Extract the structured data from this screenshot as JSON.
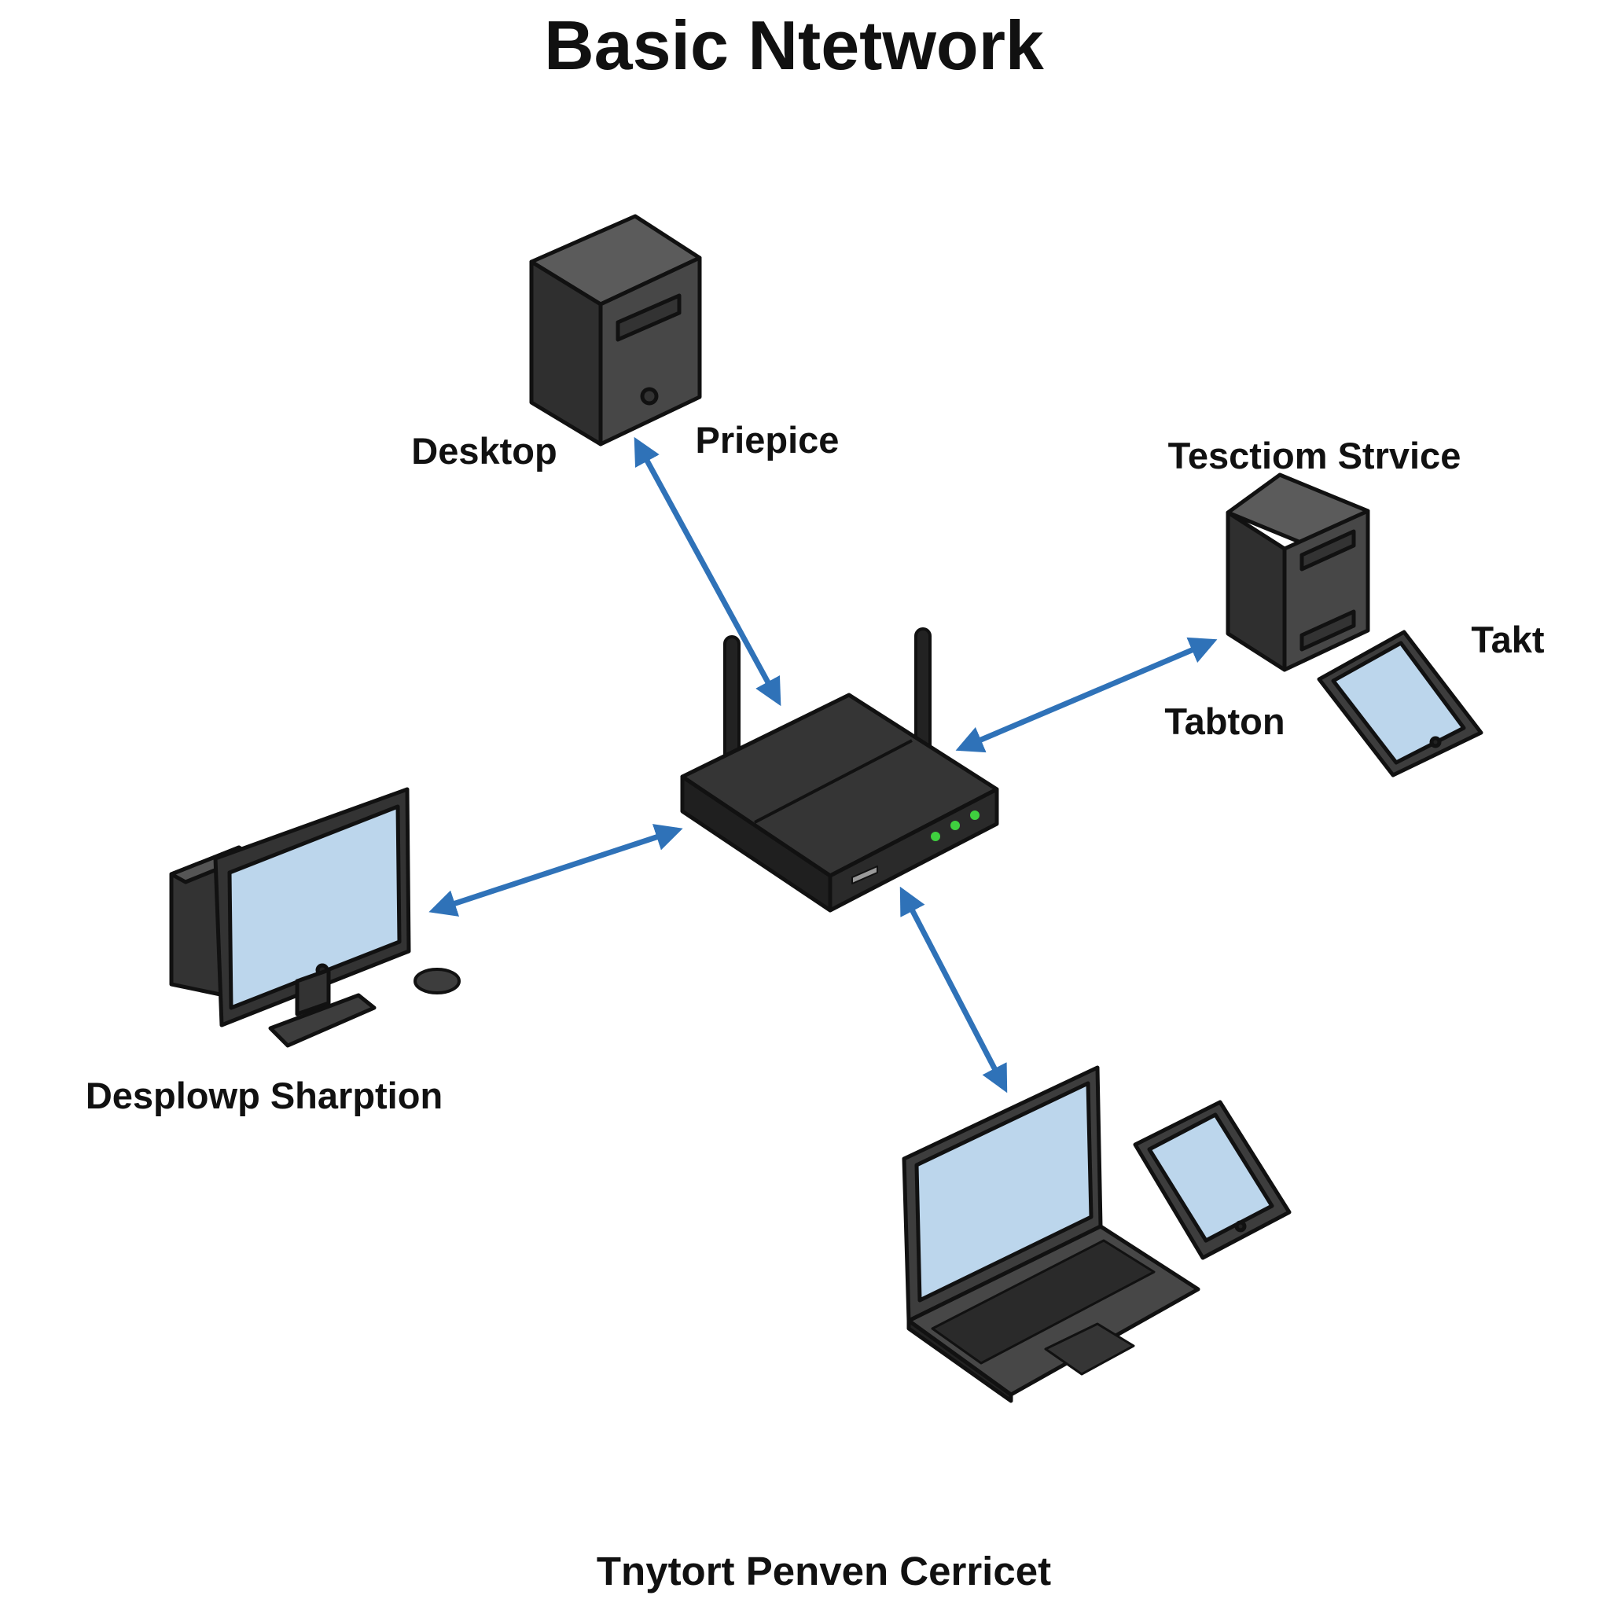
{
  "title": "Basic Ntetwork",
  "footer": "Tnytort Penven Cerricet",
  "labels": {
    "desktop": "Desktop",
    "priepice": "Priepice",
    "service": "Tesctiom Strvice",
    "takt": "Takt",
    "tabton": "Tabton",
    "workstation": "Desplowp Sharption"
  },
  "icons": {
    "router": "router-icon",
    "tower_top": "server-tower-icon",
    "tower_right": "server-tower-icon",
    "tablet_right": "tablet-icon",
    "monitor": "desktop-monitor-icon",
    "mouse": "mouse-icon",
    "laptop": "laptop-icon",
    "tablet_bottom": "tablet-icon"
  },
  "colors": {
    "link": "#2f72b8",
    "device": "#3d3d3d",
    "device_dark": "#222222",
    "screen": "#bcd6ec",
    "led": "#3fcf3f"
  }
}
